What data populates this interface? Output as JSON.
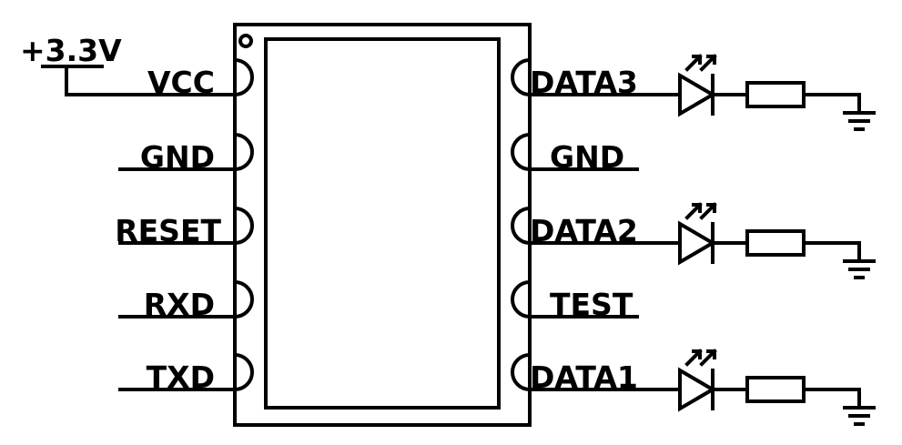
{
  "supply": {
    "label": "+3.3V"
  },
  "left_pins": [
    {
      "label": "VCC"
    },
    {
      "label": "GND"
    },
    {
      "label": "RESET"
    },
    {
      "label": "RXD"
    },
    {
      "label": "TXD"
    }
  ],
  "right_pins": [
    {
      "label": "DATA3",
      "has_led": true
    },
    {
      "label": "GND",
      "has_led": false
    },
    {
      "label": "DATA2",
      "has_led": true
    },
    {
      "label": "TEST",
      "has_led": false
    },
    {
      "label": "DATA1",
      "has_led": true
    }
  ],
  "colors": {
    "line": "#000000",
    "background": "#ffffff"
  }
}
